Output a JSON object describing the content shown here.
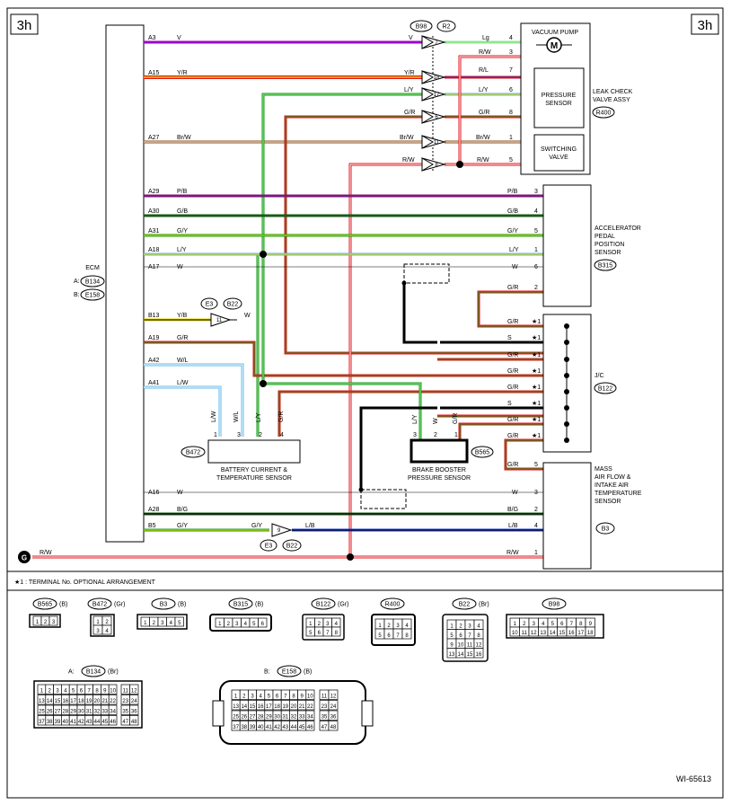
{
  "page": {
    "section_label": "3h",
    "drawing_id": "WI-65613",
    "footnote": "★1 : TERMINAL No. OPTIONAL ARRANGEMENT"
  },
  "colors": {
    "violet": "#a000c8",
    "yellow": "#e8d800",
    "red": "#e0141e",
    "orange": "#f08010",
    "lightgreen": "#90e890",
    "green": "#1a9a1a",
    "brown": "#8a4a10",
    "purple": "#7a1a7a",
    "blue": "#1a3cc8",
    "lightblue": "#60b8e8",
    "white": "#ffffff",
    "black": "#000000"
  },
  "ecm": {
    "name": "ECM",
    "connector_a_prefix": "A:",
    "connector_a": "B134",
    "connector_b_prefix": "B:",
    "connector_b": "E158"
  },
  "ecm_pins": {
    "a3": "A3",
    "a15": "A15",
    "a27": "A27",
    "a29": "A29",
    "a30": "A30",
    "a31": "A31",
    "a18": "A18",
    "a17": "A17",
    "b13": "B13",
    "a19": "A19",
    "a42": "A42",
    "a41": "A41",
    "a16": "A16",
    "a28": "A28",
    "b5": "B5"
  },
  "wire_colors": {
    "v": "V",
    "yr": "Y/R",
    "ly": "L/Y",
    "gr": "G/R",
    "brw": "Br/W",
    "rw": "R/W",
    "rl": "R/L",
    "lg": "Lg",
    "pb": "P/B",
    "gb": "G/B",
    "gy": "G/Y",
    "w": "W",
    "yb": "Y/B",
    "wl": "W/L",
    "lw": "L/W",
    "s": "S",
    "bg": "B/G",
    "lb": "L/B"
  },
  "b98": {
    "connector": "B98",
    "connector2": "R2",
    "pins": [
      "7",
      "18",
      "17",
      "6",
      "11",
      "8"
    ]
  },
  "leak_check": {
    "title_lines": [
      "LEAK CHECK",
      "VALVE ASSY"
    ],
    "connector": "R400",
    "vacuum_pump": "VACUUM PUMP",
    "motor_symbol": "M",
    "pressure_sensor_lines": [
      "PRESSURE",
      "SENSOR"
    ],
    "switching_valve_lines": [
      "SWITCHING",
      "VALVE"
    ],
    "pins": [
      "4",
      "3",
      "7",
      "6",
      "8",
      "1",
      "5"
    ]
  },
  "apps": {
    "title_lines": [
      "ACCELERATOR",
      "PEDAL",
      "POSITION",
      "SENSOR"
    ],
    "connector": "B315",
    "pins": [
      "3",
      "4",
      "5",
      "1",
      "6",
      "2"
    ]
  },
  "jc": {
    "title": "J/C",
    "connector": "B122",
    "star": "★1"
  },
  "maf": {
    "title_lines": [
      "MASS",
      "AIR FLOW &",
      "INTAKE AIR",
      "TEMPERATURE",
      "SENSOR"
    ],
    "connector": "B3",
    "pins": [
      "5",
      "3",
      "2",
      "4",
      "1"
    ]
  },
  "battery_sensor": {
    "title_lines": [
      "BATTERY CURRENT &",
      "TEMPERATURE SENSOR"
    ],
    "connector": "B472",
    "pins": [
      "1",
      "3",
      "2",
      "4"
    ]
  },
  "brake_booster": {
    "title_lines": [
      "BRAKE BOOSTER",
      "PRESSURE SENSOR"
    ],
    "connector": "B565",
    "pins": [
      "3",
      "2",
      "1"
    ]
  },
  "e3_b22": {
    "e3": "E3",
    "b22": "B22",
    "pin_top": "11",
    "pin_bottom": "9"
  },
  "ground": {
    "symbol": "G"
  },
  "connector_views": {
    "b565": {
      "name": "B565",
      "color": "(B)",
      "pins": [
        "1",
        "2",
        "3"
      ]
    },
    "b472": {
      "name": "B472",
      "color": "(Gr)",
      "pins": [
        "1",
        "2",
        "3",
        "4"
      ]
    },
    "b3": {
      "name": "B3",
      "color": "(B)",
      "pins": [
        "1",
        "2",
        "3",
        "4",
        "5"
      ]
    },
    "b315": {
      "name": "B315",
      "color": "(B)",
      "pins": [
        "1",
        "2",
        "3",
        "4",
        "5",
        "6"
      ]
    },
    "b122": {
      "name": "B122",
      "color": "(Gr)",
      "pins": [
        "1",
        "2",
        "3",
        "4",
        "5",
        "6",
        "7",
        "8"
      ]
    },
    "r400": {
      "name": "R400",
      "pins": [
        "1",
        "2",
        "3",
        "4",
        "5",
        "6",
        "7",
        "8"
      ]
    },
    "b22": {
      "name": "B22",
      "color": "(Br)",
      "pins": [
        "1",
        "2",
        "3",
        "4",
        "5",
        "6",
        "7",
        "8",
        "9",
        "10",
        "11",
        "12",
        "13",
        "14",
        "15",
        "16"
      ]
    },
    "b98": {
      "name": "B98",
      "pins": [
        "1",
        "2",
        "3",
        "4",
        "5",
        "6",
        "7",
        "8",
        "9",
        "10",
        "11",
        "12",
        "13",
        "14",
        "15",
        "16",
        "17",
        "18"
      ]
    },
    "b134": {
      "prefix": "A:",
      "name": "B134",
      "color": "(Br)"
    },
    "e158": {
      "prefix": "B:",
      "name": "E158",
      "color": "(B)"
    }
  }
}
